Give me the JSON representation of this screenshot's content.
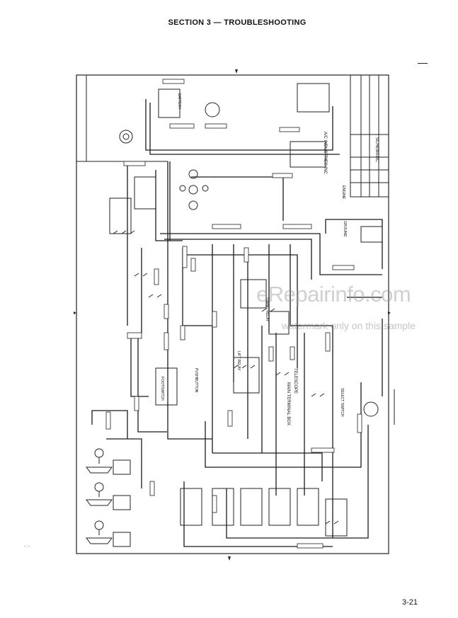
{
  "page": {
    "section_title": "SECTION 3 — TROUBLESHOOTING",
    "page_number": "3-21"
  },
  "watermark": {
    "brand": "eRepairinfo.com",
    "notice": "watermark only on this sample"
  },
  "schematic": {
    "company": "A/C INDUSTRIES INC",
    "drawing_label": "SCHEMATIC",
    "labels": {
      "main_terminal_box": "MAIN TERMINAL BOX",
      "telescope": "TELESCOPE",
      "footswitch": "FOOTSWITCH",
      "select_switch": "SELECT SWITCH",
      "ground": "GROUND",
      "lift_relay": "LIFT RELAY",
      "swing_relay": "SWING RELAY",
      "pushbutton": "PUSHBUTTON",
      "engine": "ENGINE",
      "battery": "BATTERY"
    }
  }
}
